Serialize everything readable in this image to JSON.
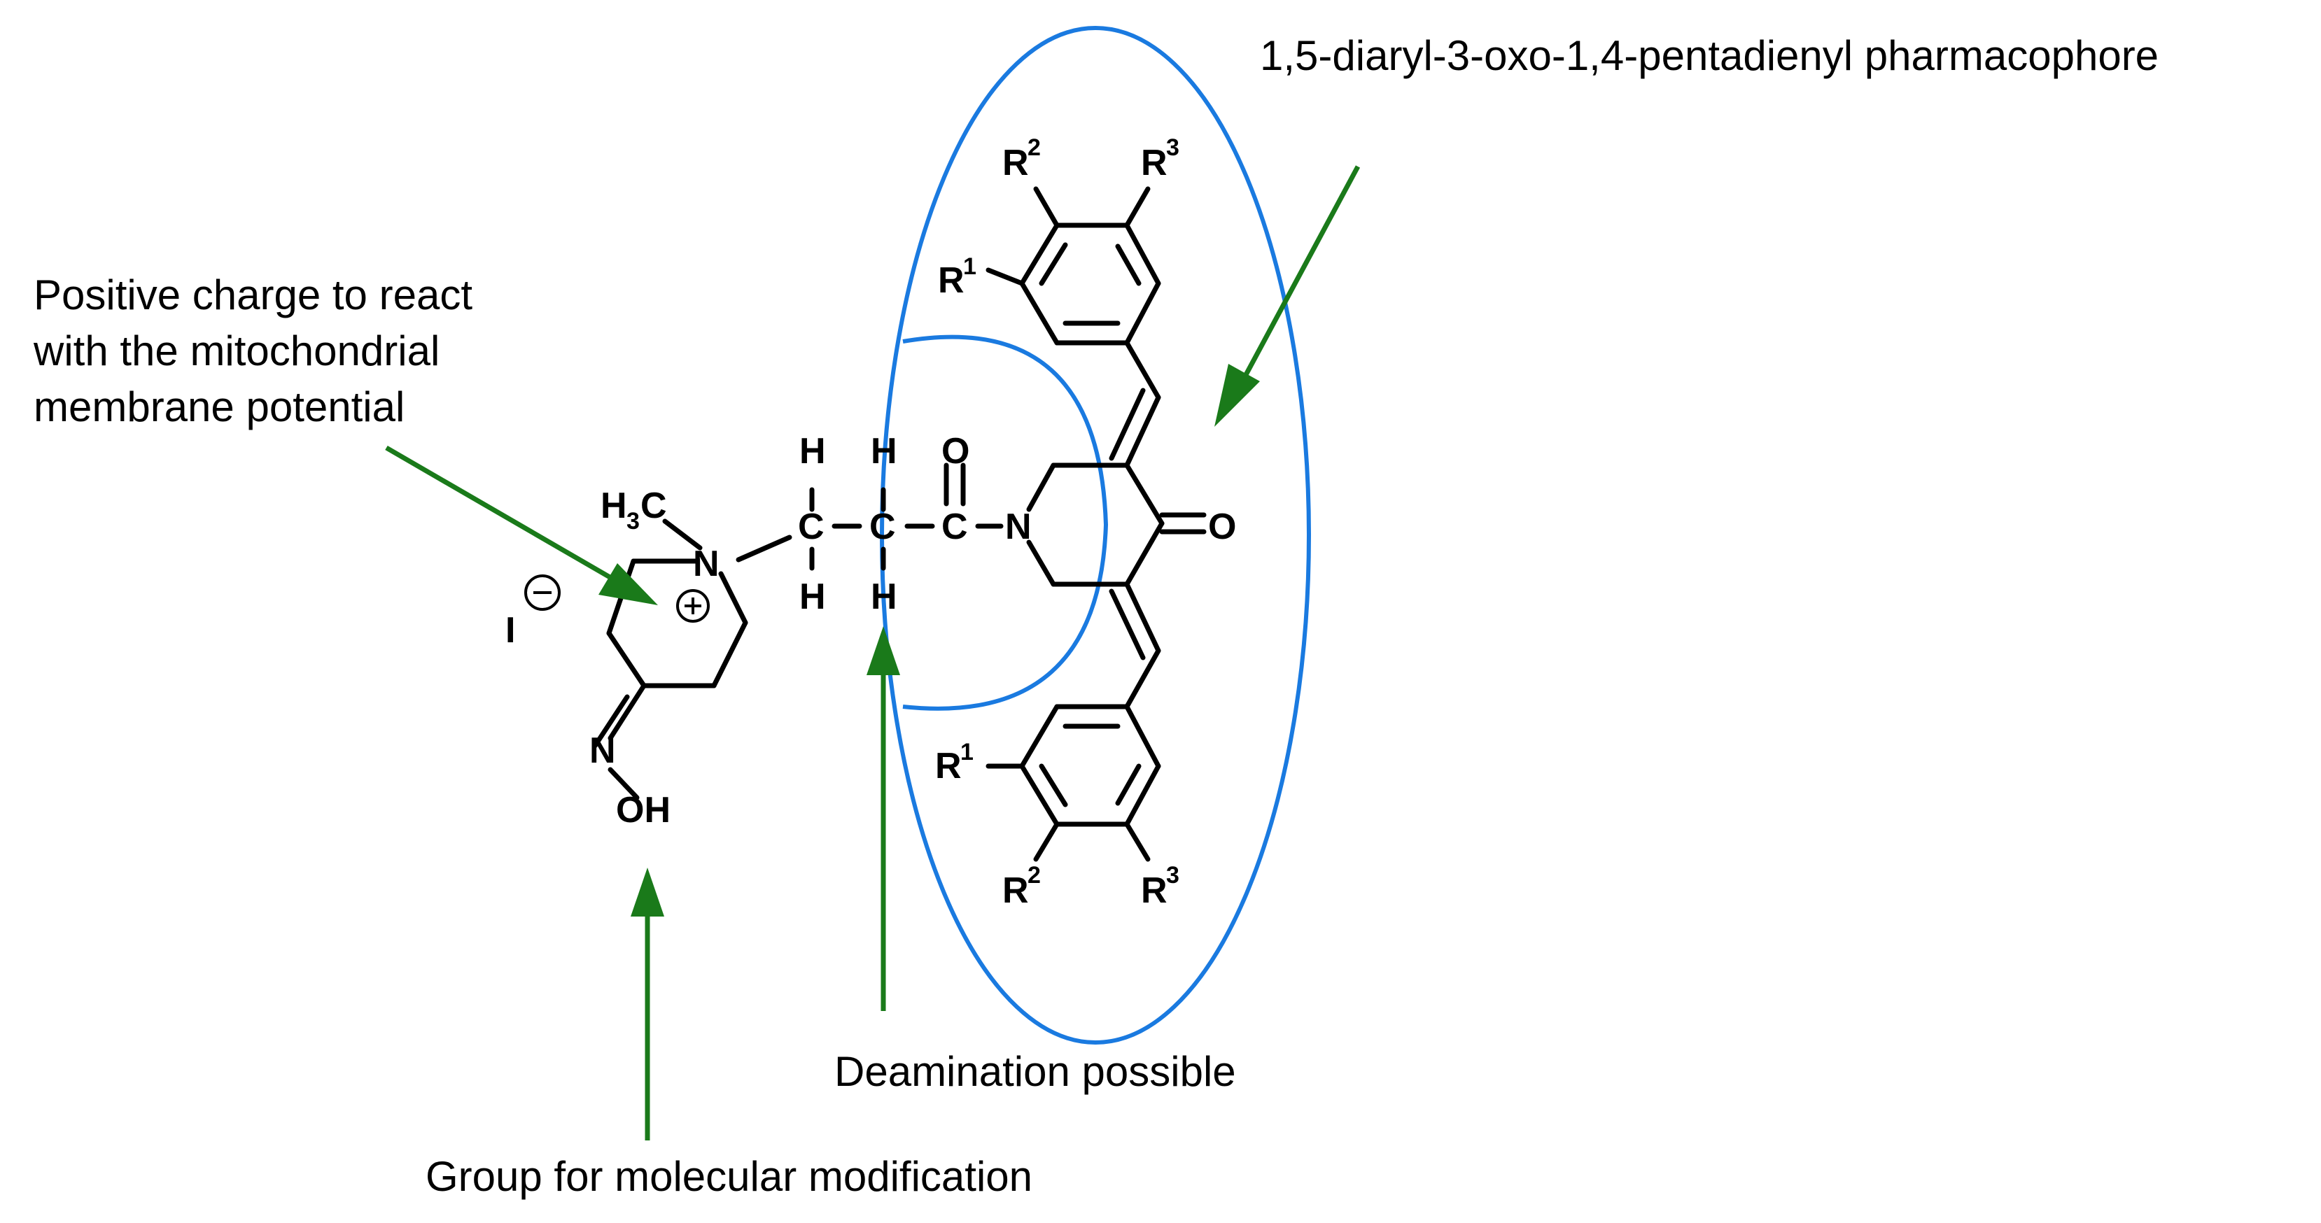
{
  "annotations": {
    "pharmacophore": "1,5-diaryl-3-oxo-1,4-pentadienyl pharmacophore",
    "positive_charge_line1": "Positive charge to react",
    "positive_charge_line2": "with the mitochondrial",
    "positive_charge_line3": "membrane potential",
    "deamination": "Deamination possible",
    "modification": "Group for molecular modification"
  },
  "atoms": {
    "n_quat": "N",
    "h3c_h": "H",
    "h3c_c": "C",
    "h3c_sub": "3",
    "iodide": "I",
    "c_alpha": "C",
    "c_beta": "C",
    "carbonyl_c": "C",
    "carbonyl_o": "O",
    "h_alpha_top": "H",
    "h_alpha_bottom": "H",
    "h_beta_top": "H",
    "h_beta_bottom": "H",
    "n_piperidone": "N",
    "ketone_o": "O",
    "oxime_n": "N",
    "oxime_oh": "OH",
    "r_letter": "R",
    "r1_sup": "1",
    "r2_sup": "2",
    "r3_sup": "3"
  },
  "colors": {
    "arrow": "#1a7a1a",
    "highlight": "#1a7ae0",
    "text": "#000000"
  }
}
